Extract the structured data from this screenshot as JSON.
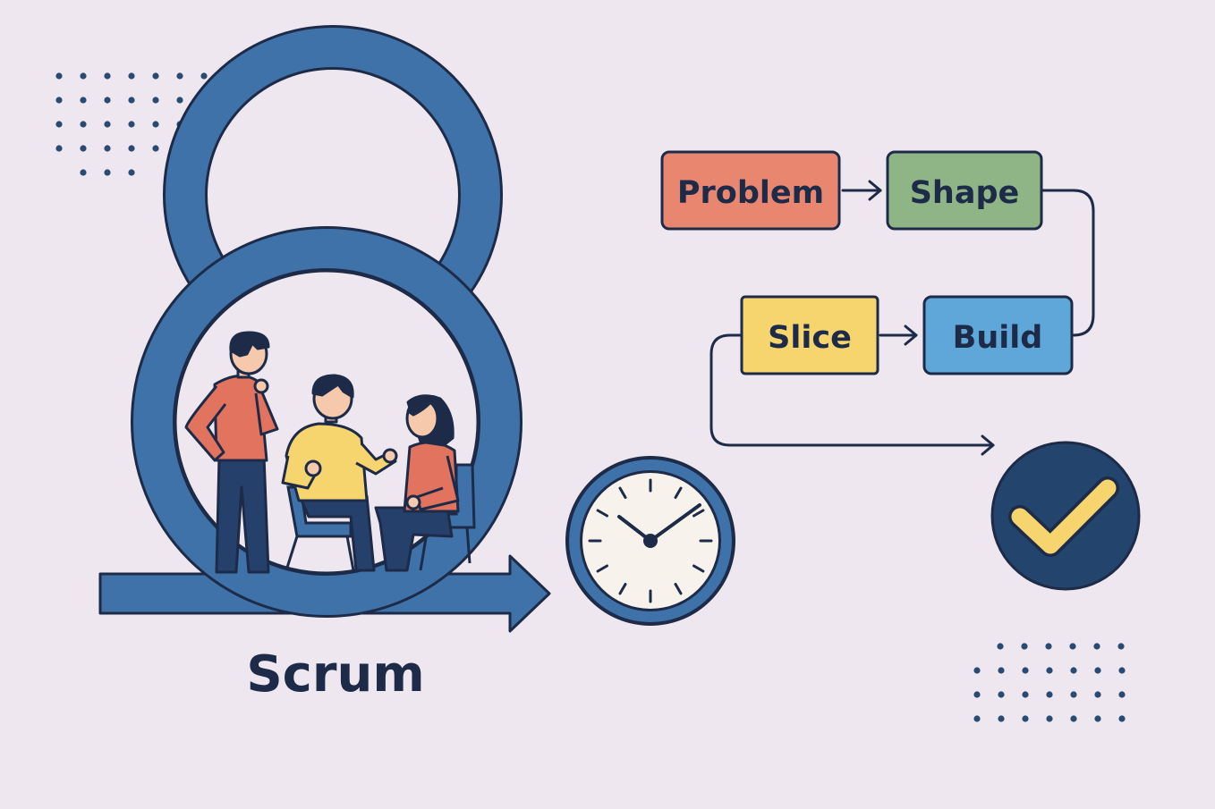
{
  "palette": {
    "background": "#efe7ef",
    "outline": "#1d2b48",
    "loop_blue": "#3f72a9",
    "problem": "#e98670",
    "shape": "#8fb486",
    "slice": "#f6d56e",
    "build": "#5fa6d9",
    "check_circle": "#23446d",
    "check_mark": "#f6d56e",
    "clock_face": "#f8f2ec",
    "clock_ring": "#3f72a9",
    "person_red": "#e2735f",
    "person_yellow": "#f6d56e",
    "pants": "#24406b",
    "chair": "#3f72a9",
    "dots": "#294a72"
  },
  "scrum": {
    "label": "Scrum"
  },
  "flow": {
    "steps": {
      "problem": "Problem",
      "shape": "Shape",
      "slice": "Slice",
      "build": "Build"
    }
  },
  "icons": {
    "loop": "scrum-loop-arrow-icon",
    "clock": "clock-icon",
    "done": "checkmark-icon",
    "team": "team-people-icon"
  }
}
